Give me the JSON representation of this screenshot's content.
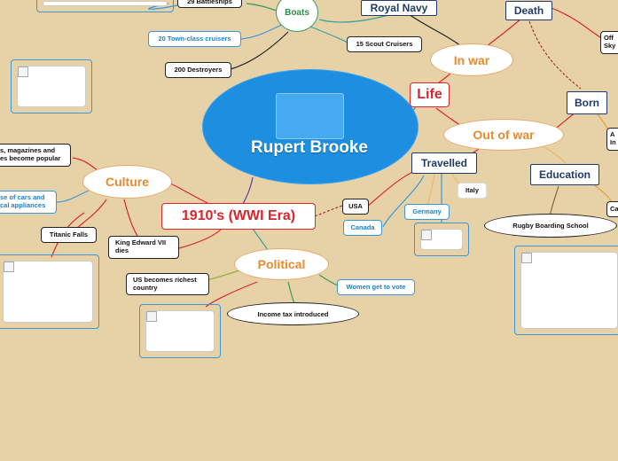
{
  "map": {
    "central": "Rupert Brooke",
    "era": "1910's (WWI Era)",
    "life": "Life",
    "in_war": "In war",
    "out_of_war": "Out of war",
    "culture": "Culture",
    "political": "Political",
    "boats": "Boats",
    "royal_navy": "Royal Navy",
    "death": "Death",
    "born": "Born",
    "education": "Education",
    "travelled": "Travelled",
    "battleships": "29 Battleships",
    "town_cruisers": "20 Town-class cruisers",
    "destroyers": "200 Destroyers",
    "scout_cruisers": "15 Scout Cruisers",
    "usa": "USA",
    "canada": "Canada",
    "germany": "Germany",
    "italy": "Italy",
    "rugby": "Rugby Boarding School",
    "magazines": "s, magazines and\nes become popular",
    "cars": "se of cars and\ncal appliances",
    "titanic": "Titanic Falls",
    "edward": "King Edward VII\ndies",
    "richest": "US becomes richest\ncountry",
    "women_vote": "Women get to vote",
    "income_tax": "Income tax introduced",
    "death_detail": "Off\nSky",
    "born_detail": "A\nIn",
    "education_detail": "Ca"
  },
  "colors": {
    "background": "#e7d2a8",
    "central": "#1e8fe0",
    "red_accent": "#d9262c",
    "orange_accent": "#e88a2e",
    "navy_accent": "#1f3b6a",
    "blue_accent": "#1d7fc9",
    "green_accent": "#2e8b4a"
  }
}
